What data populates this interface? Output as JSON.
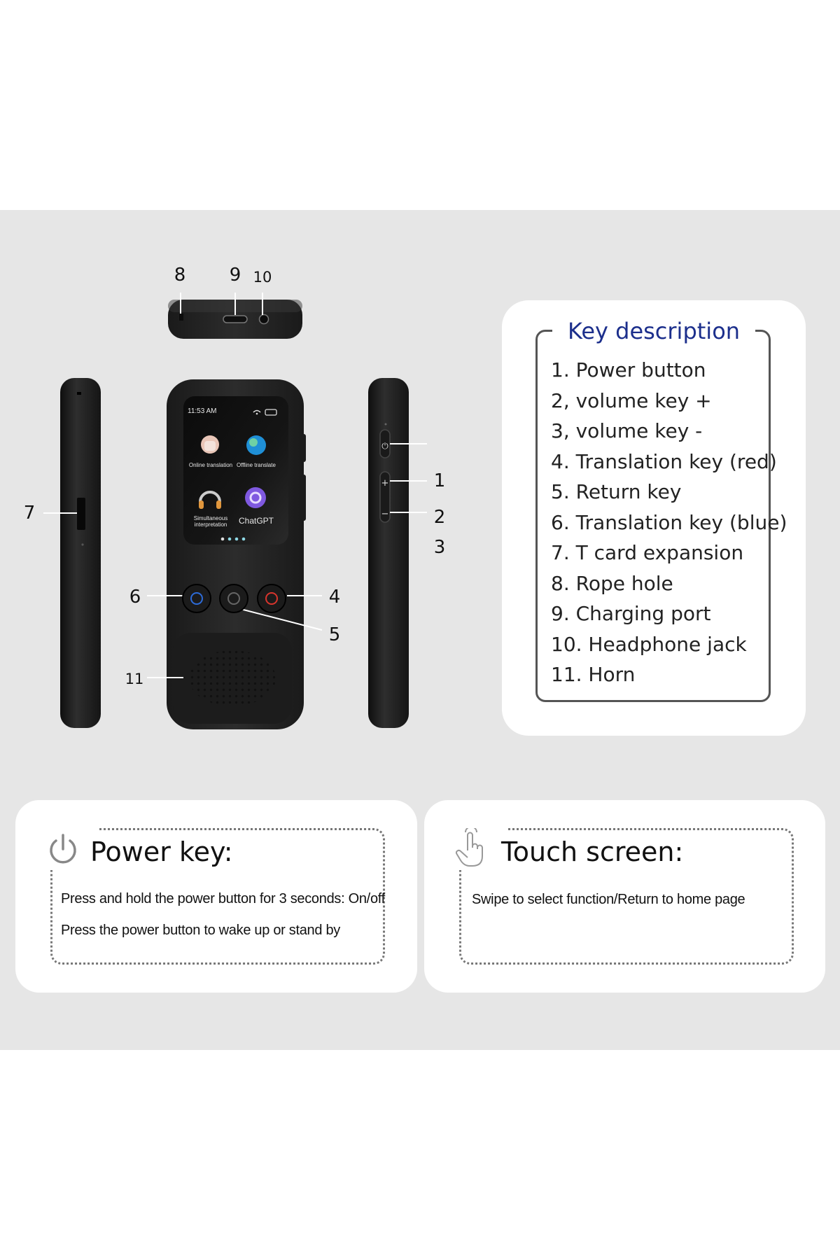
{
  "callouts": [
    "1",
    "2",
    "3",
    "4",
    "5",
    "6",
    "7",
    "8",
    "9",
    "10",
    "11"
  ],
  "screen": {
    "time": "11:53 AM",
    "apps": [
      "Online translation",
      "Offline translate",
      "Simultaneous interpretation",
      "ChatGPT"
    ]
  },
  "key_description": {
    "title": "Key description",
    "items": [
      "1. Power button",
      "2, volume key +",
      "3, volume key -",
      "4. Translation key (red)",
      "5. Return key",
      "6. Translation key (blue)",
      "7. T card expansion",
      "8. Rope hole",
      "9. Charging port",
      "10. Headphone jack",
      "11. Horn"
    ]
  },
  "power_key": {
    "title": "Power key:",
    "icon": "power-icon",
    "lines": [
      "Press and hold the power button for 3 seconds: On/off",
      "Press the power button to wake up or stand by"
    ]
  },
  "touch_screen": {
    "title": "Touch screen:",
    "icon": "touch-hand-icon",
    "lines": [
      "Swipe to select function/Return to home page"
    ]
  },
  "colors": {
    "band": "#e6e6e6",
    "title_blue": "#1c2f8c",
    "device_body": "#262626",
    "blue_key": "#2d6bd8",
    "red_key": "#d8352d"
  }
}
